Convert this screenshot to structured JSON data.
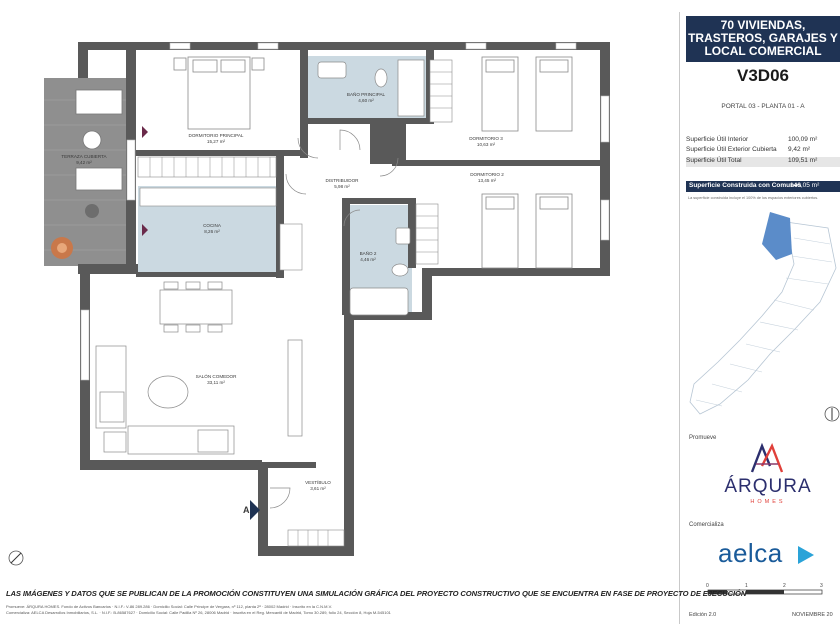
{
  "header": {
    "title_lines": [
      "70 VIVIENDAS,",
      "TRASTEROS, GARAJES Y",
      "LOCAL COMERCIAL"
    ]
  },
  "unit": {
    "code": "V3D06",
    "location": "PORTAL 03 - PLANTA 01 - A"
  },
  "surfaces": {
    "interior": {
      "label": "Superficie Útil Interior",
      "value": "100,09 m²"
    },
    "exterior": {
      "label": "Superficie Útil Exterior Cubierta",
      "value": "9,42 m²"
    },
    "total": {
      "label": "Superficie Útil Total",
      "value": "109,51 m²"
    },
    "built": {
      "label": "Superficie Construida con Comunes",
      "value": "146,05 m²"
    },
    "built_note": "La superficie construida incluye el 100% de los espacios exteriores cubiertos."
  },
  "rooms": {
    "terraza": {
      "name": "TERRAZA CUBIERTA",
      "area": "9,42 m²"
    },
    "dormitorio_principal": {
      "name": "DORMITORIO PRINCIPAL",
      "area": "15,27 m²"
    },
    "bano_principal": {
      "name": "BAÑO PRINCIPAL",
      "area": "4,60 m²"
    },
    "dormitorio_3": {
      "name": "DORMITORIO 3",
      "area": "10,63 m²"
    },
    "distribuidor": {
      "name": "DISTRIBUIDOR",
      "area": "5,98 m²"
    },
    "dormitorio_2": {
      "name": "DORMITORIO 2",
      "area": "13,45 m²"
    },
    "cocina": {
      "name": "COCINA",
      "area": "8,26 m²"
    },
    "bano_2": {
      "name": "BAÑO 2",
      "area": "4,46 m²"
    },
    "salon": {
      "name": "SALÓN COMEDOR",
      "area": "33,11 m²"
    },
    "vestibulo": {
      "name": "VESTÍBULO",
      "area": "3,61 m²"
    }
  },
  "section_mark": "A",
  "promoter": {
    "label": "Promueve",
    "brand": "ÁRQURA",
    "sub": "HOMES"
  },
  "marketer": {
    "label": "Comercializa",
    "brand": "aelca"
  },
  "scale": {
    "ticks": [
      "0",
      "1",
      "2",
      "3"
    ]
  },
  "edition": "Edición 2.0",
  "date": "NOVIEMBRE 20",
  "disclaimer": "LAS IMÁGENES Y DATOS QUE SE PUBLICAN DE LA PROMOCIÓN CONSTITUYEN UNA SIMULACIÓN GRÁFICA DEL PROYECTO CONSTRUCTIVO QUE SE ENCUENTRA EN FASE DE PROYECTO DE EJECUCIÓN",
  "legal": [
    "Promueve: ÁRQURA HOMES. Fondo de Activos Bancarios · N.I.F.: V-86 289.286 · Domicilio Social: Calle Príncipe de Vergara, nº 112, planta 2ª · 28002 Madrid · Inscrito en la C.N.M.V.",
    "Comercializa: AELCA Desarrollos Inmobiliarios, S.L. · N.I.F.: B-86587627 · Domicilio Social: Calle Padilla Nº 26, 28006 Madrid · Inscrita en el Reg. Mercantil de Madrid, Tomo 30.289, folio 24, Sección 8, Hoja M-545101"
  ],
  "colors": {
    "navy": "#1f3354",
    "wall": "#595959",
    "kitchen": "#cbd9e1",
    "bath": "#cbd9e1",
    "arqura_red": "#e0403a",
    "arqura_navy": "#2c2f6e",
    "aelca_blue": "#1a5b9a"
  }
}
